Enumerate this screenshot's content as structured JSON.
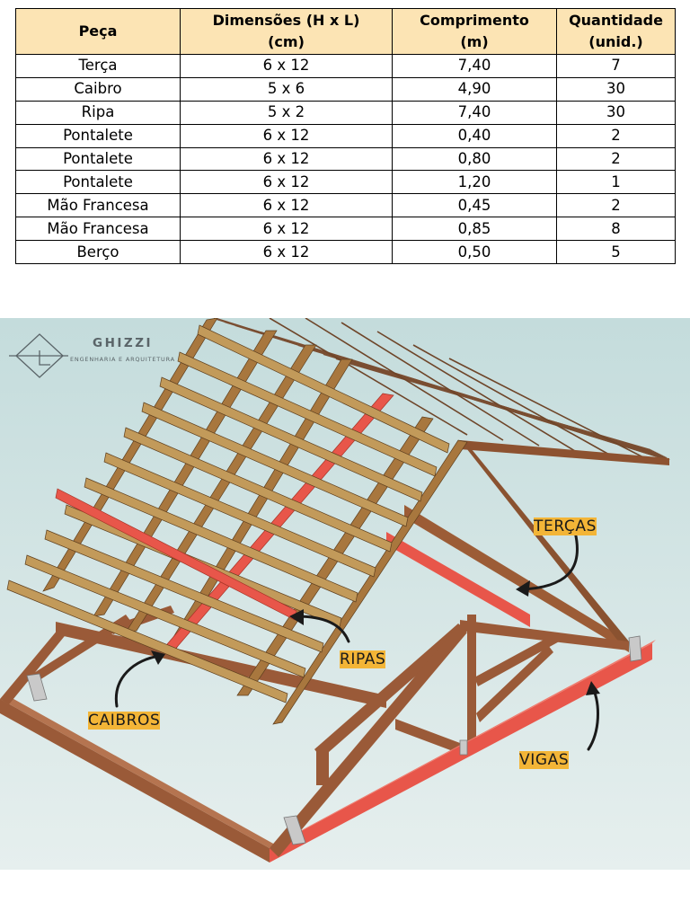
{
  "table": {
    "headers": [
      {
        "line1": "Peça",
        "line2": ""
      },
      {
        "line1": "Dimensões (H x L)",
        "line2": "(cm)"
      },
      {
        "line1": "Comprimento",
        "line2": "(m)"
      },
      {
        "line1": "Quantidade",
        "line2": "(unid.)"
      }
    ],
    "rows": [
      [
        "Terça",
        "6 x 12",
        "7,40",
        "7"
      ],
      [
        "Caibro",
        "5 x 6",
        "4,90",
        "30"
      ],
      [
        "Ripa",
        "5 x 2",
        "7,40",
        "30"
      ],
      [
        "Pontalete",
        "6 x 12",
        "0,40",
        "2"
      ],
      [
        "Pontalete",
        "6 x 12",
        "0,80",
        "2"
      ],
      [
        "Pontalete",
        "6 x 12",
        "1,20",
        "1"
      ],
      [
        "Mão Francesa",
        "6 x 12",
        "0,45",
        "2"
      ],
      [
        "Mão Francesa",
        "6 x 12",
        "0,85",
        "8"
      ],
      [
        "Berço",
        "6 x 12",
        "0,50",
        "5"
      ]
    ]
  },
  "illustration": {
    "logo": {
      "name": "GHIZZI",
      "subtitle": "ENGENHARIA E ARQUITETURA"
    },
    "labels": {
      "tercas": "TERÇAS",
      "ripas": "RIPAS",
      "caibros": "CAIBROS",
      "vigas": "VIGAS"
    },
    "colors": {
      "header_fill": "#fce4b4",
      "background": "#d2e4e4",
      "wood": "#9a5a38",
      "highlight": "#e8564a",
      "label_bg": "#f3b537"
    }
  }
}
